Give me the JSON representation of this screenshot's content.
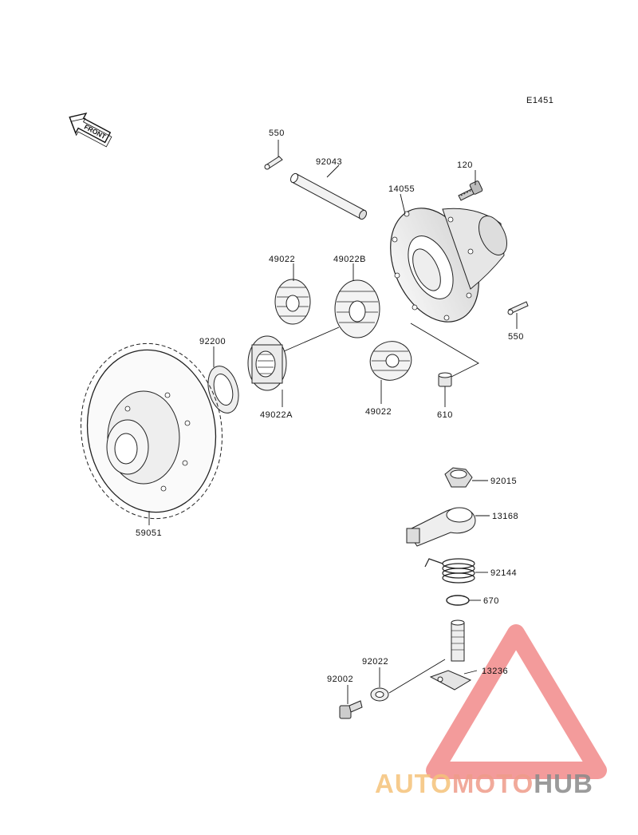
{
  "diagram": {
    "code": "E1451",
    "front_label": "FRONT"
  },
  "parts": [
    {
      "id": "p550a",
      "number": "550",
      "name": "cotter-pin"
    },
    {
      "id": "p92043",
      "number": "92043",
      "name": "pinion-shaft"
    },
    {
      "id": "p120",
      "number": "120",
      "name": "bolt"
    },
    {
      "id": "p14055",
      "number": "14055",
      "name": "differential-case"
    },
    {
      "id": "p49022a",
      "number": "49022",
      "name": "pinion-gear"
    },
    {
      "id": "p49022b",
      "number": "49022B",
      "name": "side-gear"
    },
    {
      "id": "p550b",
      "number": "550",
      "name": "cotter-pin"
    },
    {
      "id": "p92200",
      "number": "92200",
      "name": "washer"
    },
    {
      "id": "p49022A",
      "number": "49022A",
      "name": "side-gear"
    },
    {
      "id": "p49022c",
      "number": "49022",
      "name": "pinion-gear"
    },
    {
      "id": "p610",
      "number": "610",
      "name": "pin"
    },
    {
      "id": "p59051",
      "number": "59051",
      "name": "ring-gear"
    },
    {
      "id": "p92015",
      "number": "92015",
      "name": "nut"
    },
    {
      "id": "p13168",
      "number": "13168",
      "name": "lever"
    },
    {
      "id": "p92144",
      "number": "92144",
      "name": "spring"
    },
    {
      "id": "p670",
      "number": "670",
      "name": "snap-ring"
    },
    {
      "id": "p92022",
      "number": "92022",
      "name": "washer"
    },
    {
      "id": "p13236",
      "number": "13236",
      "name": "shaft-lever"
    },
    {
      "id": "p92002",
      "number": "92002",
      "name": "bolt"
    }
  ],
  "watermark": {
    "part1": "AUTO",
    "part2": "MOTO",
    "part3": "HUB",
    "color_light": "#f5c27a",
    "color_mid": "#ef9c8a",
    "color_dark": "#8a8a8a"
  }
}
